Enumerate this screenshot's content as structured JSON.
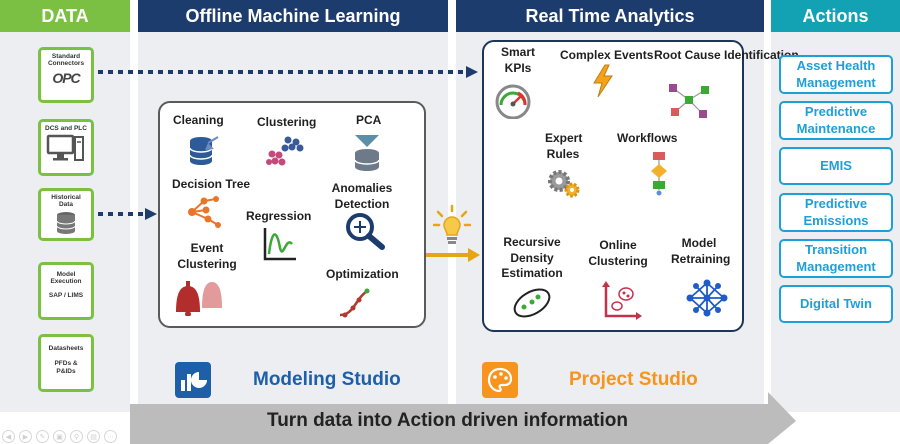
{
  "headers": {
    "data": "DATA",
    "offline": "Offline Machine Learning",
    "realtime": "Real Time Analytics",
    "actions": "Actions"
  },
  "sources": [
    {
      "label": "Standard Connectors",
      "logo": "OPC"
    },
    {
      "label": "DCS and PLC"
    },
    {
      "label": "Historical Data"
    },
    {
      "label": "Model Execution",
      "sub": "SAP / LIMS"
    },
    {
      "label": "Datasheets",
      "sub": "PFDs & P&IDs"
    }
  ],
  "offline": {
    "cleaning": "Cleaning",
    "clustering": "Clustering",
    "pca": "PCA",
    "decision_tree": "Decision Tree",
    "anomalies": "Anomalies Detection",
    "regression": "Regression",
    "event_clustering": "Event Clustering",
    "optimization": "Optimization"
  },
  "realtime": {
    "smart_kpis": "Smart KPIs",
    "complex_events": "Complex Events",
    "root_cause": "Root Cause Identification",
    "expert_rules": "Expert Rules",
    "workflows": "Workflows",
    "recursive_density": "Recursive Density Estimation",
    "online_clustering": "Online Clustering",
    "model_retraining": "Model Retraining"
  },
  "actions": [
    "Asset Health Management",
    "Predictive Maintenance",
    "EMIS",
    "Predictive Emissions",
    "Transition Management",
    "Digital Twin"
  ],
  "studios": {
    "modeling": "Modeling Studio",
    "project": "Project Studio"
  },
  "banner": "Turn data into Action driven information",
  "colors": {
    "green": "#7bc043",
    "navy": "#1d3c6e",
    "teal": "#12a2b4",
    "action_blue": "#1e9fd8",
    "orange": "#f7941d",
    "gold": "#e5a514"
  }
}
